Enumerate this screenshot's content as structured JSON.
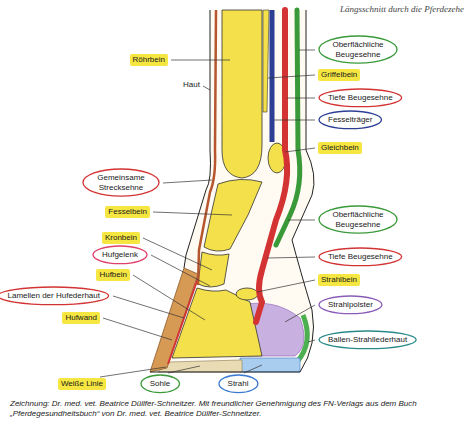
{
  "diagram": {
    "title": "Längsschnitt durch die Pferdezehe",
    "caption": "Zeichnung: Dr. med. vet. Beatrice Düllfer-Schneitzer. Mit freundlicher Genehmigung des FN-Verlags aus dem Buch „Pferdegesundheitsbuch“ von Dr. med. vet. Beatrice Düllfer-Schneitzer.",
    "nodes": [
      {
        "text": [
          "Oberflächliche Beugesehne"
        ]
      },
      {
        "text": [
          "Röhrbein"
        ]
      },
      {
        "text": [
          "Griffelbein"
        ]
      },
      {
        "text": [
          "Tiefe Beugesehne"
        ]
      },
      {
        "text": [
          "Fesselträger"
        ]
      },
      {
        "text": [
          "Gleichbein"
        ]
      },
      {
        "text": [
          "Gemeinsame Strecksehne"
        ]
      },
      {
        "text": [
          "Fesselbein"
        ]
      },
      {
        "text": [
          "Oberflächliche Beugesehne"
        ]
      },
      {
        "text": [
          "Kronbein"
        ]
      },
      {
        "text": [
          "Hufgelenk"
        ]
      },
      {
        "text": [
          "Tiefe Beugesehne"
        ]
      },
      {
        "text": [
          "Hufbein"
        ]
      },
      {
        "text": [
          "Strahlbein"
        ]
      },
      {
        "text": [
          "Lamellen der Hufederhaut"
        ]
      },
      {
        "text": [
          "Strahlpolster"
        ]
      },
      {
        "text": [
          "Hufwand"
        ]
      },
      {
        "text": [
          "Ballen-Strahllederhaut"
        ]
      },
      {
        "text": [
          "Weiße Linie"
        ]
      },
      {
        "text": [
          "Sohle"
        ]
      },
      {
        "text": [
          "Strahl"
        ]
      }
    ],
    "labels": [
      "Haut"
    ]
  }
}
